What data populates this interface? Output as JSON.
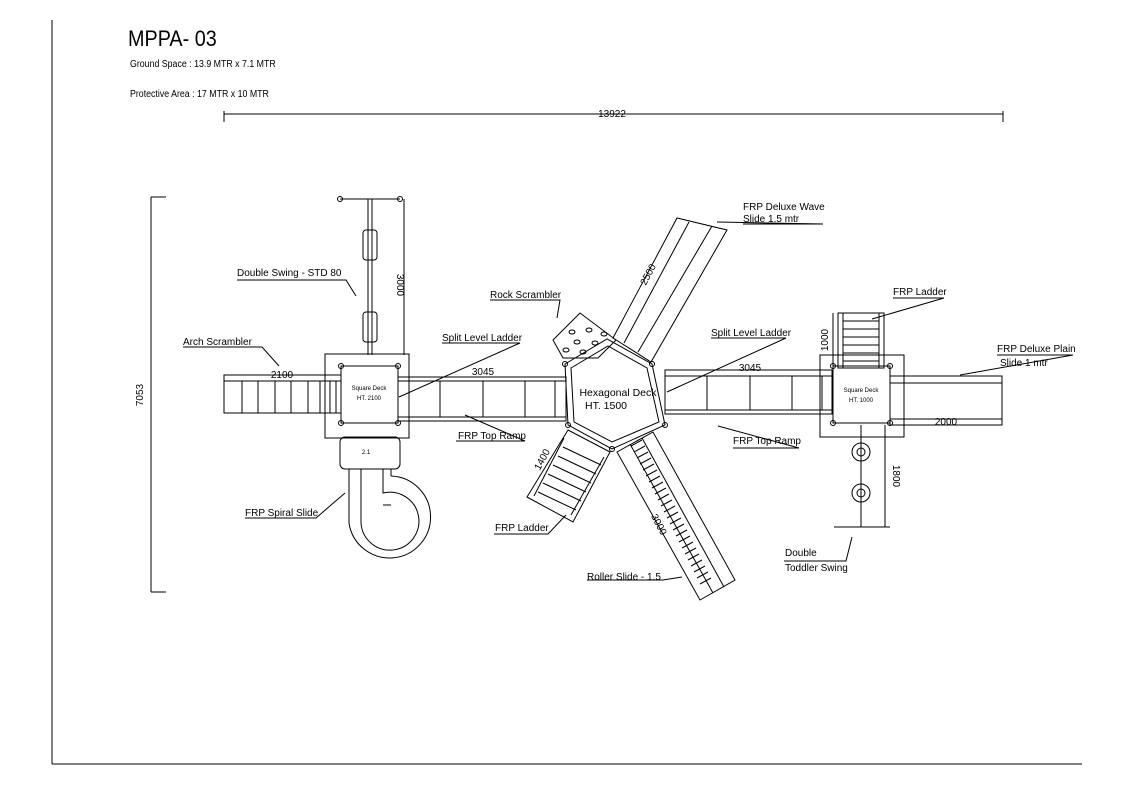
{
  "drawing": {
    "title": "MPPA- 03",
    "ground_space": "Ground Space  : 13.9 MTR   x  7.1 MTR",
    "protective_area": "Protective Area :  17 MTR  x 10 MTR"
  },
  "dimensions": {
    "overall_width": "13922",
    "overall_height": "7053",
    "swing_length": "3000",
    "arch_scrambler_length": "2100",
    "left_ramp_length": "3045",
    "right_ramp_length": "3045",
    "wave_slide_length": "2500",
    "ladder_right_length": "1000",
    "plain_slide_length": "2000",
    "toddler_swing_length": "1800",
    "ladder_bottom_length": "1400",
    "roller_slide_length": "3000",
    "spiral_slide_section": "2.1"
  },
  "decks": {
    "left_deck_name": "Square Deck",
    "left_deck_height": "HT. 2100",
    "center_deck_name": "Hexagonal Deck",
    "center_deck_height": "HT. 1500",
    "right_deck_name": "Square Deck",
    "right_deck_height": "HT. 1000"
  },
  "labels": {
    "double_swing": "Double  Swing - STD 80",
    "arch_scrambler": "Arch Scrambler",
    "rock_scrambler": "Rock  Scrambler",
    "split_level_ladder_left": "Split Level Ladder",
    "split_level_ladder_right": "Split Level Ladder",
    "frp_deluxe_wave_line1": "FRP Deluxe Wave",
    "frp_deluxe_wave_line2": "Slide 1.5 mtr",
    "frp_ladder_top": "FRP Ladder",
    "frp_deluxe_plain_line1": "FRP Deluxe Plain",
    "frp_deluxe_plain_line2": "Slide 1 mtr",
    "frp_top_ramp_left": "FRP Top Ramp",
    "frp_top_ramp_right": "FRP Top Ramp",
    "frp_spiral_slide": "FRP Spiral Slide",
    "frp_ladder_bottom": "FRP Ladder",
    "roller_slide": "Roller  Slide -  1.5",
    "double_toddler_swing_line1": "Double",
    "double_toddler_swing_line2": "Toddler Swing"
  },
  "colors": {
    "ink": "#000000",
    "paper": "#ffffff"
  }
}
